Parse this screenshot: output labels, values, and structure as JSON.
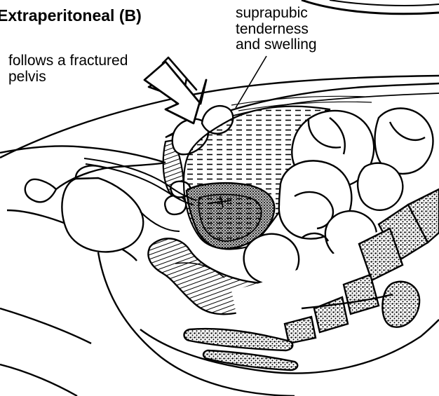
{
  "figure": {
    "title": "Extraperitoneal (B)",
    "labels": {
      "pelvis_line1": "follows a fractured",
      "pelvis_line2": "pelvis",
      "supra_line1": "suprapubic",
      "supra_line2": "tenderness",
      "supra_line3": "and swelling"
    },
    "icons": [
      "arrow-icon"
    ],
    "colors": {
      "ink": "#000000",
      "paper": "#ffffff",
      "tissue": "#777777"
    }
  }
}
